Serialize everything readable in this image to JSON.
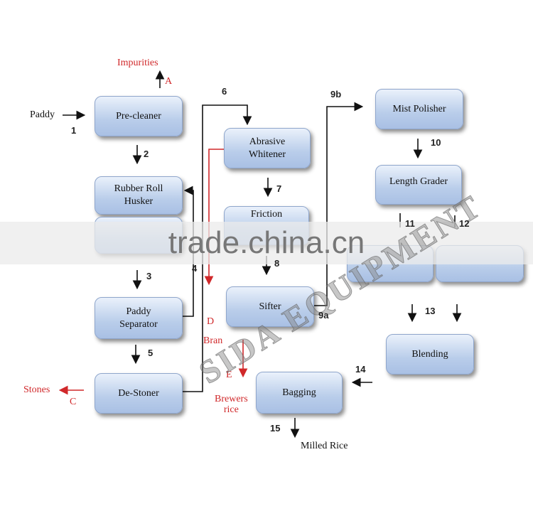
{
  "boxes": {
    "pre_cleaner": "Pre-cleaner",
    "rubber_roll_husker": "Rubber Roll\nHusker",
    "paddy_separator": "Paddy\nSeparator",
    "de_stoner": "De-Stoner",
    "abrasive_whitener": "Abrasive\nWhitener",
    "friction": "Friction",
    "sifter": "Sifter",
    "mist_polisher": "Mist Polisher",
    "length_grader": "Length Grader",
    "blending": "Blending",
    "bagging": "Bagging"
  },
  "labels": {
    "paddy": "Paddy",
    "impurities": "Impurities",
    "stones": "Stones",
    "bran": "Bran",
    "brewers_rice": "Brewers\nrice",
    "milled_rice": "Milled Rice",
    "a": "A",
    "c": "C",
    "d": "D",
    "e": "E"
  },
  "steps": [
    "1",
    "2",
    "3",
    "4",
    "5",
    "6",
    "7",
    "8",
    "9a",
    "9b",
    "10",
    "11",
    "12",
    "13",
    "14",
    "15"
  ],
  "watermark": {
    "site": "trade.china.cn",
    "company": "SIDA EQUIPMENT"
  },
  "colors": {
    "box": "#b9cdea",
    "red": "#d0282a"
  }
}
